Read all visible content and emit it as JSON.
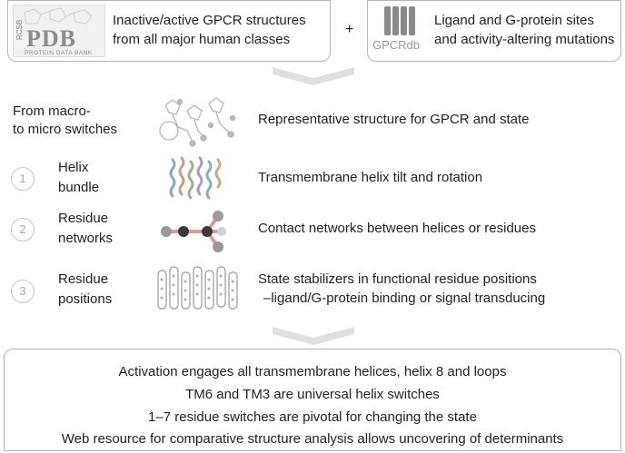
{
  "top": {
    "pdb_logo": {
      "text": "PDB",
      "subtext": "PROTEIN DATA BANK",
      "side_text": "RCSB"
    },
    "pdb_description": [
      "Inactive/active GPCR structures",
      "from all major human classes"
    ],
    "plus": "+",
    "gpcrdb_logo": {
      "text": "GPCRdb"
    },
    "gpcrdb_description": [
      "Ligand and G-protein sites",
      "and activity-altering mutations"
    ]
  },
  "levels": {
    "header": {
      "label": [
        "From macro-",
        "to micro switches"
      ],
      "description": "Representative structure for GPCR and state"
    },
    "items": [
      {
        "number": "1",
        "label": [
          "Helix",
          "bundle"
        ],
        "description": [
          "Transmembrane helix tilt and rotation"
        ]
      },
      {
        "number": "2",
        "label": [
          "Residue",
          "networks"
        ],
        "description": [
          "Contact networks between helices or residues"
        ]
      },
      {
        "number": "3",
        "label": [
          "Residue",
          "positions"
        ],
        "description": [
          "State stabilizers in functional residue positions",
          "–ligand/G-protein binding or signal transducing"
        ]
      }
    ]
  },
  "conclusions": [
    "Activation engages all transmembrane helices, helix 8 and loops",
    "TM6 and TM3 are universal helix switches",
    "1–7 residue switches are pivotal for changing the state",
    "Web resource for comparative structure analysis allows uncovering of determinants"
  ]
}
